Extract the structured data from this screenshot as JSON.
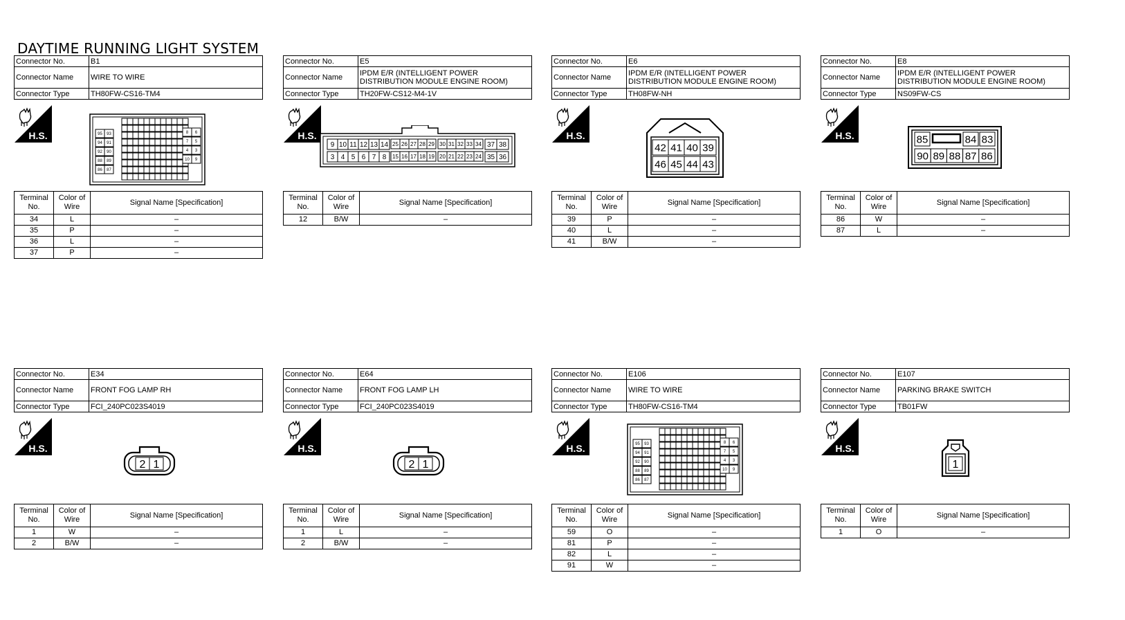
{
  "title": "DAYTIME RUNNING LIGHT SYSTEM",
  "labels": {
    "connector_no": "Connector No.",
    "connector_name": "Connector Name",
    "connector_type": "Connector Type",
    "terminal_no": "Terminal No.",
    "color_of_wire": "Color of Wire",
    "signal_name": "Signal Name [Specification]",
    "hs_icon": "H.S."
  },
  "panels": [
    {
      "no": "B1",
      "name": "WIRE TO WIRE",
      "type": "TH80FW-CS16-TM4",
      "rows": [
        [
          "34",
          "L",
          "–"
        ],
        [
          "35",
          "P",
          "–"
        ],
        [
          "36",
          "L",
          "–"
        ],
        [
          "37",
          "P",
          "–"
        ]
      ]
    },
    {
      "no": "E5",
      "name": "IPDM E/R (INTELLIGENT POWER DISTRIBUTION MODULE ENGINE ROOM)",
      "type": "TH20FW-CS12-M4-1V",
      "rows": [
        [
          "12",
          "B/W",
          "–"
        ]
      ]
    },
    {
      "no": "E6",
      "name": "IPDM E/R (INTELLIGENT POWER DISTRIBUTION MODULE ENGINE ROOM)",
      "type": "TH08FW-NH",
      "rows": [
        [
          "39",
          "P",
          "–"
        ],
        [
          "40",
          "L",
          "–"
        ],
        [
          "41",
          "B/W",
          "–"
        ]
      ]
    },
    {
      "no": "E8",
      "name": "IPDM E/R (INTELLIGENT POWER DISTRIBUTION MODULE ENGINE ROOM)",
      "type": "NS09FW-CS",
      "rows": [
        [
          "86",
          "W",
          "–"
        ],
        [
          "87",
          "L",
          "–"
        ]
      ]
    },
    {
      "no": "E34",
      "name": "FRONT FOG LAMP RH",
      "type": "FCI_240PC023S4019",
      "rows": [
        [
          "1",
          "W",
          "–"
        ],
        [
          "2",
          "B/W",
          "–"
        ]
      ]
    },
    {
      "no": "E64",
      "name": "FRONT FOG LAMP LH",
      "type": "FCI_240PC023S4019",
      "rows": [
        [
          "1",
          "L",
          "–"
        ],
        [
          "2",
          "B/W",
          "–"
        ]
      ]
    },
    {
      "no": "E106",
      "name": "WIRE TO WIRE",
      "type": "TH80FW-CS16-TM4",
      "rows": [
        [
          "59",
          "O",
          "–"
        ],
        [
          "81",
          "P",
          "–"
        ],
        [
          "82",
          "L",
          "–"
        ],
        [
          "91",
          "W",
          "–"
        ]
      ]
    },
    {
      "no": "E107",
      "name": "PARKING BRAKE SWITCH",
      "type": "TB01FW",
      "rows": [
        [
          "1",
          "O",
          "–"
        ]
      ]
    }
  ],
  "pins": {
    "e5_top_a": [
      "9",
      "10",
      "11",
      "12",
      "13",
      "14"
    ],
    "e5_top_b": [
      "25",
      "26",
      "27",
      "28",
      "29"
    ],
    "e5_top_c": [
      "30",
      "31",
      "32",
      "33",
      "34"
    ],
    "e5_top_d": [
      "37",
      "38"
    ],
    "e5_bot_a": [
      "3",
      "4",
      "5",
      "6",
      "7",
      "8"
    ],
    "e5_bot_b": [
      "15",
      "16",
      "17",
      "18",
      "19"
    ],
    "e5_bot_c": [
      "20",
      "21",
      "22",
      "23",
      "24"
    ],
    "e5_bot_d": [
      "35",
      "36"
    ],
    "e6_top": [
      "42",
      "41",
      "40",
      "39"
    ],
    "e6_bot": [
      "46",
      "45",
      "44",
      "43"
    ],
    "e8_top": [
      "85",
      "84",
      "83"
    ],
    "e8_bot": [
      "90",
      "89",
      "88",
      "87",
      "86"
    ],
    "fog": [
      "2",
      "1"
    ],
    "e107": [
      "1"
    ],
    "b1_left": [
      "95",
      "93",
      "94",
      "91",
      "92",
      "90",
      "88",
      "89",
      "86",
      "87"
    ],
    "b1_right": [
      "8",
      "6",
      "7",
      "5",
      "4",
      "3",
      "10",
      "9"
    ]
  }
}
